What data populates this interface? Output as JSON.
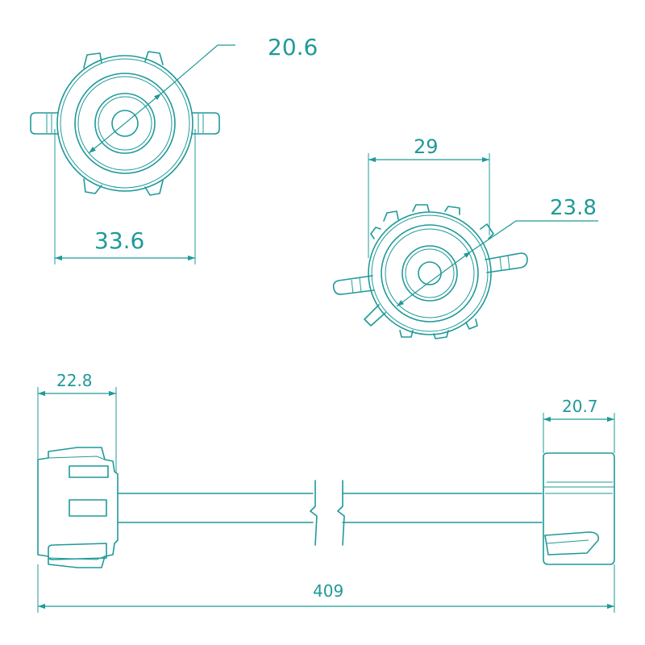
{
  "colors": {
    "line": "#1f9a98",
    "background": "#ffffff"
  },
  "dimensions": {
    "top_left_diameter": "20.6",
    "top_left_width": "33.6",
    "right_width": "29",
    "right_diameter": "23.8",
    "left_end_length": "22.8",
    "right_end_length": "20.7",
    "overall_length": "409"
  }
}
